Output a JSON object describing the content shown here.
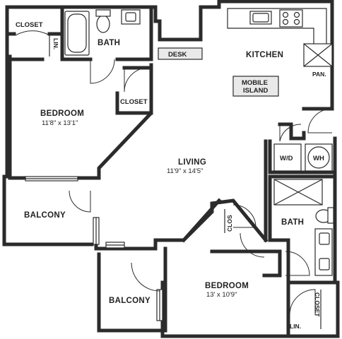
{
  "rooms": {
    "bedroom1": {
      "name": "BEDROOM",
      "dims": "11'8\" x 13'1\""
    },
    "bedroom2": {
      "name": "BEDROOM",
      "dims": "13' x 10'9\""
    },
    "living": {
      "name": "LIVING",
      "dims": "11'9\" x 14'5\""
    },
    "kitchen": {
      "name": "KITCHEN"
    },
    "balcony1": {
      "name": "BALCONY"
    },
    "balcony2": {
      "name": "BALCONY"
    },
    "bath1": {
      "name": "BATH"
    },
    "bath2": {
      "name": "BATH"
    }
  },
  "labels": {
    "closet_top_left": "CLOSET",
    "closet_bedroom1": "CLOSET",
    "closet_bedroom2": "CLOSET",
    "clos_hall": "CLOS",
    "lin_top": "LIN.",
    "lin_bottom": "LIN.",
    "desk": "DESK",
    "mobile_island_line1": "MOBILE",
    "mobile_island_line2": "ISLAND",
    "pantry": "PAN.",
    "washer_dryer": "W/D",
    "water_heater": "WH"
  }
}
